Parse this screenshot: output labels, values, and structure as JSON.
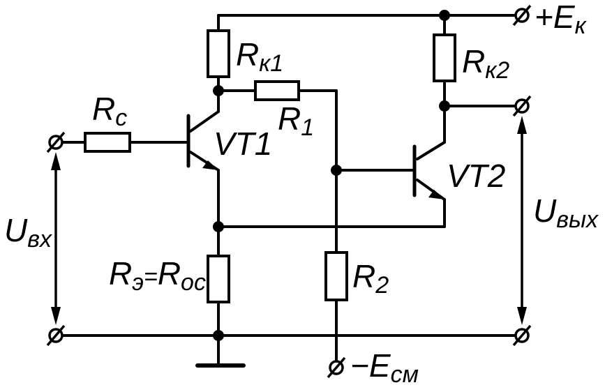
{
  "labels": {
    "rk1": {
      "main": "R",
      "sub": "к1"
    },
    "rk2": {
      "main": "R",
      "sub": "к2"
    },
    "rc": {
      "main": "R",
      "sub": "c"
    },
    "r1": {
      "main": "R",
      "sub": "1"
    },
    "r2": {
      "main": "R",
      "sub": "2"
    },
    "re_roc": {
      "main1": "R",
      "sub1": "э",
      "eq": "=",
      "main2": "R",
      "sub2": "ос"
    },
    "vt1": "VT1",
    "vt2": "VT2",
    "ek": {
      "sign": "+",
      "main": "E",
      "sub": "к"
    },
    "ecm": {
      "sign": "−",
      "main": "E",
      "sub": "см"
    },
    "uvx": {
      "main": "U",
      "sub": "вх"
    },
    "uvyx": {
      "main": "U",
      "sub": "вых"
    }
  }
}
